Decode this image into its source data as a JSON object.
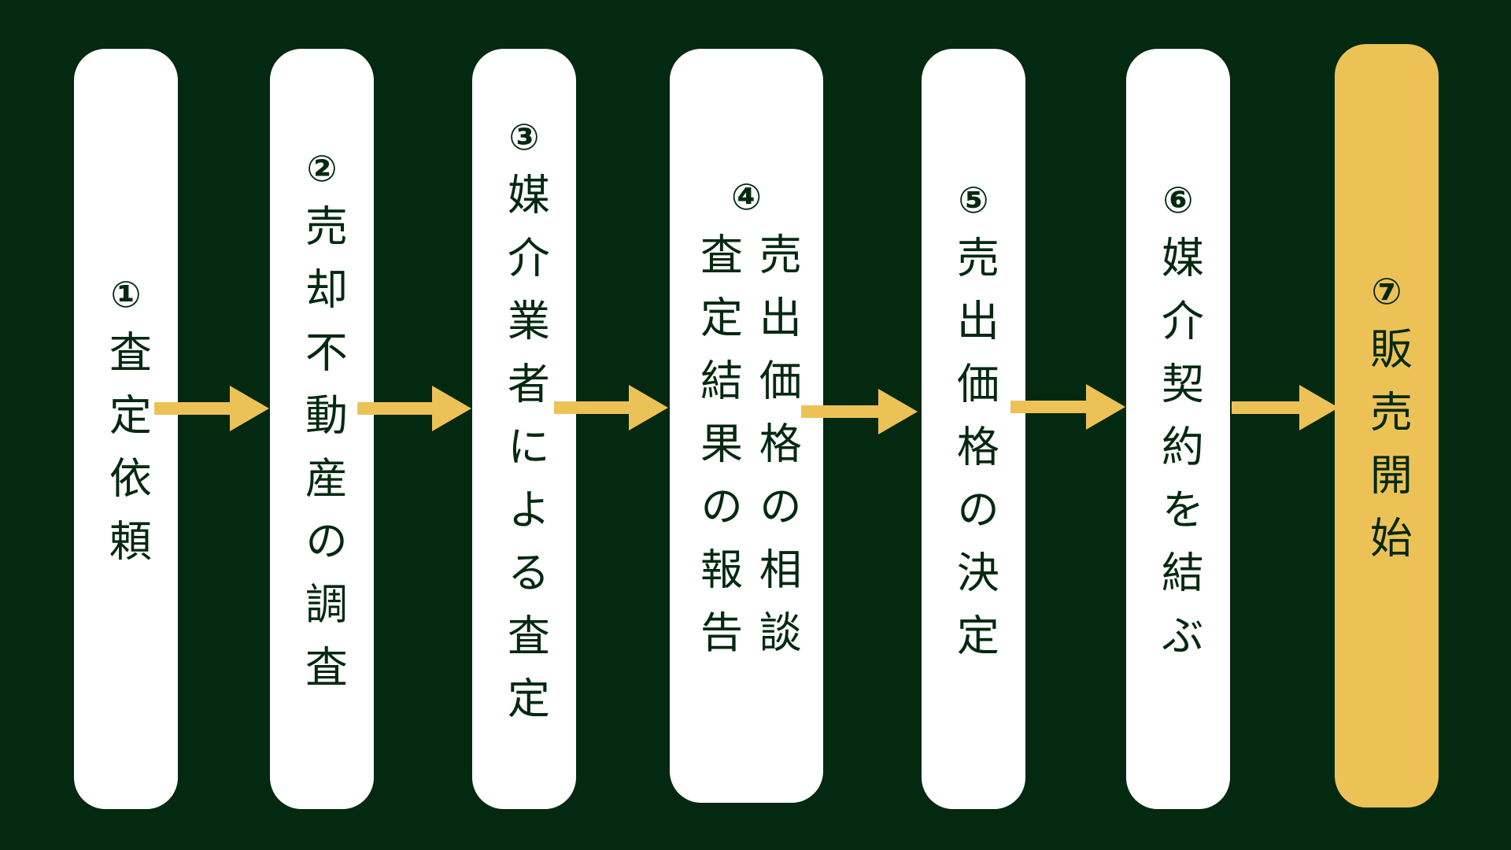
{
  "colors": {
    "background": "#032910",
    "card": "#ffffff",
    "highlight": "#ecc257",
    "arrow": "#ecc257",
    "text": "#032910"
  },
  "steps": [
    {
      "num": "①",
      "lines": [
        "査定依頼"
      ]
    },
    {
      "num": "②",
      "lines": [
        "売却不動産の調査"
      ]
    },
    {
      "num": "③",
      "lines": [
        "媒介業者による査定"
      ]
    },
    {
      "num": "④",
      "lines": [
        "売出価格の相談",
        "査定結果の報告"
      ]
    },
    {
      "num": "⑤",
      "lines": [
        "売出価格の決定"
      ]
    },
    {
      "num": "⑥",
      "lines": [
        "媒介契約を結ぶ"
      ]
    },
    {
      "num": "⑦",
      "lines": [
        "販売開始"
      ]
    }
  ]
}
